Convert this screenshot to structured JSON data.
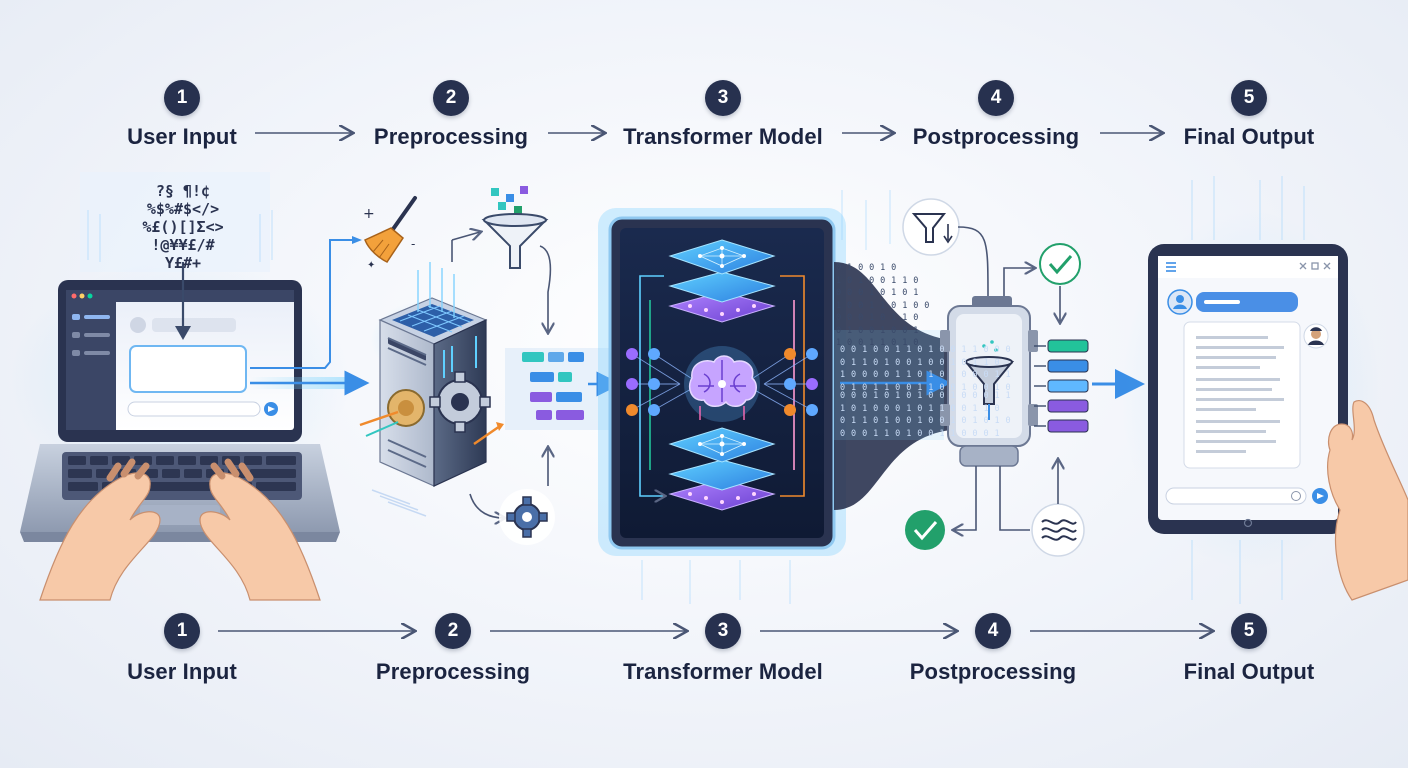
{
  "steps_top": [
    {
      "number": "1",
      "label": "User Input"
    },
    {
      "number": "2",
      "label": "Preprocessing"
    },
    {
      "number": "3",
      "label": "Transformer Model"
    },
    {
      "number": "4",
      "label": "Postprocessing"
    },
    {
      "number": "5",
      "label": "Final Output"
    }
  ],
  "steps_bottom": [
    {
      "number": "1",
      "label": "User Input"
    },
    {
      "number": "2",
      "label": "Preprocessing"
    },
    {
      "number": "3",
      "label": "Transformer Model"
    },
    {
      "number": "4",
      "label": "Postprocessing"
    },
    {
      "number": "5",
      "label": "Final Output"
    }
  ],
  "input_glyphs": "?§ ¶!¢\n%$%#$</>\n%£()[]Σ<>\n!@¥¥£/#\nY£#+",
  "binary_stream": {
    "left": "0 1 0 0 1 0\n1 0 1 0 0 1 1 0\n0 0 0 1 0 1 0 1\n1 0 0 1 1 0 1 0 0\n0 0 0 1 0 1 1 0\n0 1 0 0 1 0 0 1\n1 0 0 1 1 0 1 0",
    "mid": "0 0 1 0 0 1 1 0 1 0 0 1 1 0 0 0\n0 1 1 0 1 0 0 1 0 0 1 0 1 1 0\n1 0 0 0 0 1 1 0 1 0 1 0 0 0 1 1\n0 1 0 1 1 0 0 1 1 0 0 1 0 0 1 0",
    "low": "0 0 0 1 0 1 0 1 0 0 1 0 0 0 1 1\n1 0 1 0 0 0 1 0 1 1 0 0 1 1 0\n0 1 1 0 1 0 0 1 0 0 1 0 1 0 1 0\n0 0 0 1 1 0 1 0 0 1 1 0 0 0 1"
  },
  "colors": {
    "accent_blue": "#3a8ee6",
    "accent_purple": "#8a5be0",
    "accent_teal": "#32c6c0",
    "accent_orange": "#f08a2c",
    "check_green": "#22a06b",
    "badge_navy": "#27314f",
    "model_bg": "#14213f"
  }
}
